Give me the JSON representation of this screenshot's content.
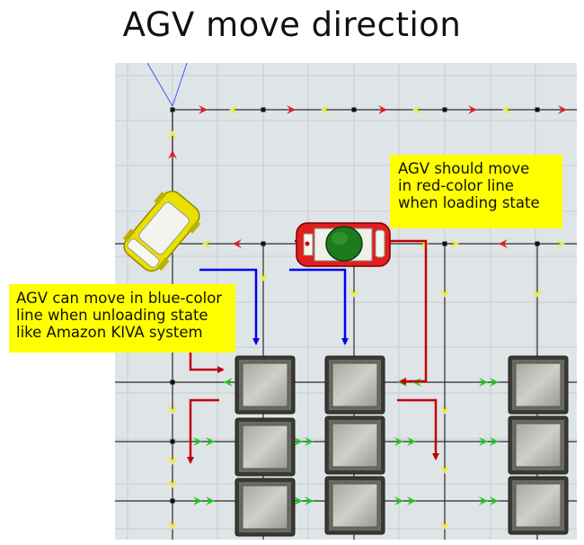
{
  "title": "AGV move direction",
  "callouts": {
    "loading": {
      "lines": [
        "AGV should move",
        "in red-color line",
        "when loading state"
      ]
    },
    "unloading": {
      "lines": [
        "AGV can move in blue-color",
        "line when unloading state",
        "like Amazon KIVA system"
      ]
    }
  },
  "colors": {
    "floor": "#dfe4e7",
    "grid_line": "#c6ccd0",
    "track": "#2b2b2b",
    "arrow_red": "#e8191b",
    "arrow_yellow": "#ecec32",
    "arrow_green": "#1ecb1e",
    "path_red": "#c00000",
    "path_blue": "#0000ee",
    "agv_yellow": "#e9e000",
    "agv_red": "#e41d1d",
    "rack_frame": "#3a3a34",
    "callout_bg": "#ffff00"
  },
  "icons": {
    "agv_unloading": "yellow-agv-icon",
    "agv_loading": "red-agv-with-rack-icon",
    "rack": "storage-rack-icon"
  }
}
